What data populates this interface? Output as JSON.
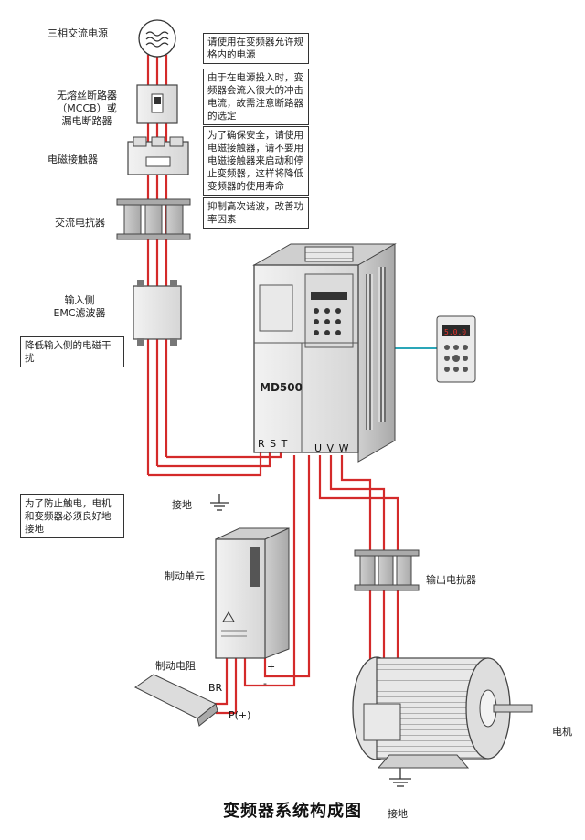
{
  "labels": {
    "power_source": "三相交流电源",
    "mccb": "无熔丝断路器\n（MCCB）或\n漏电断路器",
    "contactor": "电磁接触器",
    "ac_reactor": "交流电抗器",
    "emc_filter": "输入侧\nEMC滤波器",
    "ground_top": "接地",
    "brake_unit": "制动单元",
    "brake_resistor": "制动电阻",
    "output_reactor": "输出电抗器",
    "motor": "电机",
    "ground_bottom": "接地",
    "model": "MD500",
    "terminals_in": "R S T",
    "terminals_out": "U V W",
    "br": "BR",
    "p_plus": "P(+)",
    "plus_sign": "+",
    "minus_sign": "-",
    "keypad_display": "5.0.0"
  },
  "notes": {
    "power_note": "请使用在变频器允许规格内的电源",
    "mccb_note": "由于在电源投入时，变频器会流入很大的冲击电流，故需注意断路器的选定",
    "contactor_note": "为了确保安全，请使用电磁接触器，请不要用电磁接触器来启动和停止变频器，这样将降低变频器的使用寿命",
    "reactor_note": "抑制高次谐波，改善功率因素",
    "emc_note": "降低输入侧的电磁干扰",
    "ground_note": "为了防止触电，电机和变频器必须良好地接地"
  },
  "title": "变频器系统构成图",
  "colors": {
    "wire_red": "#d42a2a",
    "wire_teal": "#2aa6b8",
    "device_gray": "#e6e6e6",
    "device_dark": "#555555",
    "display_red": "#e8322c"
  }
}
